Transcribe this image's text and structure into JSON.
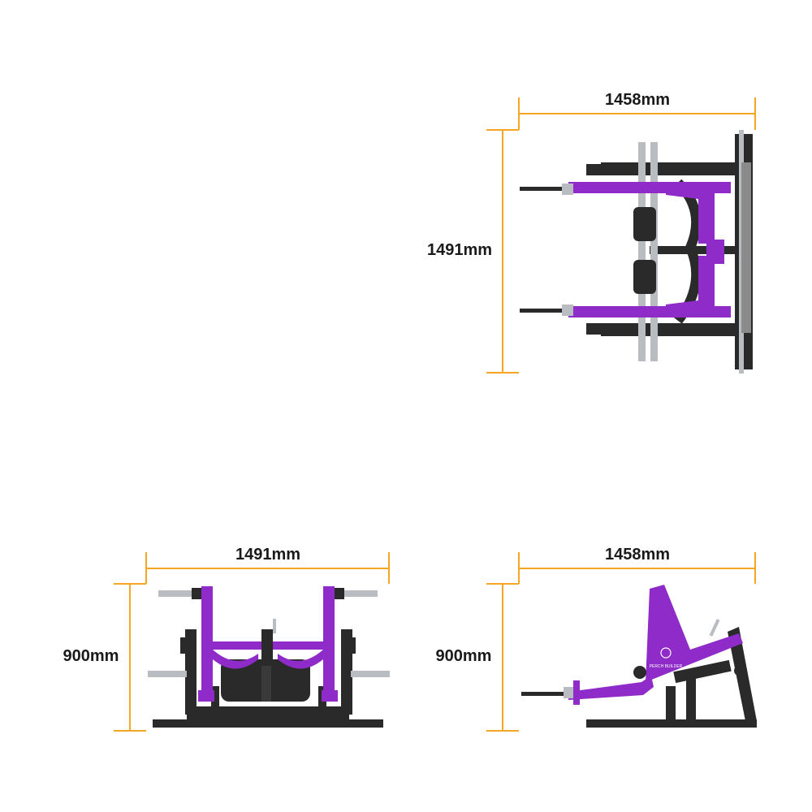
{
  "views": {
    "top": {
      "width_label": "1458mm",
      "height_label": "1491mm"
    },
    "front": {
      "width_label": "1491mm",
      "height_label": "900mm"
    },
    "side": {
      "width_label": "1458mm",
      "height_label": "900mm",
      "logo_text": "PERCH BUILDER"
    }
  },
  "colors": {
    "dimension": "#F5A623",
    "frame": "#2a2a2a",
    "accent": "#8E2BC9",
    "chrome": "#b9bcc1"
  }
}
